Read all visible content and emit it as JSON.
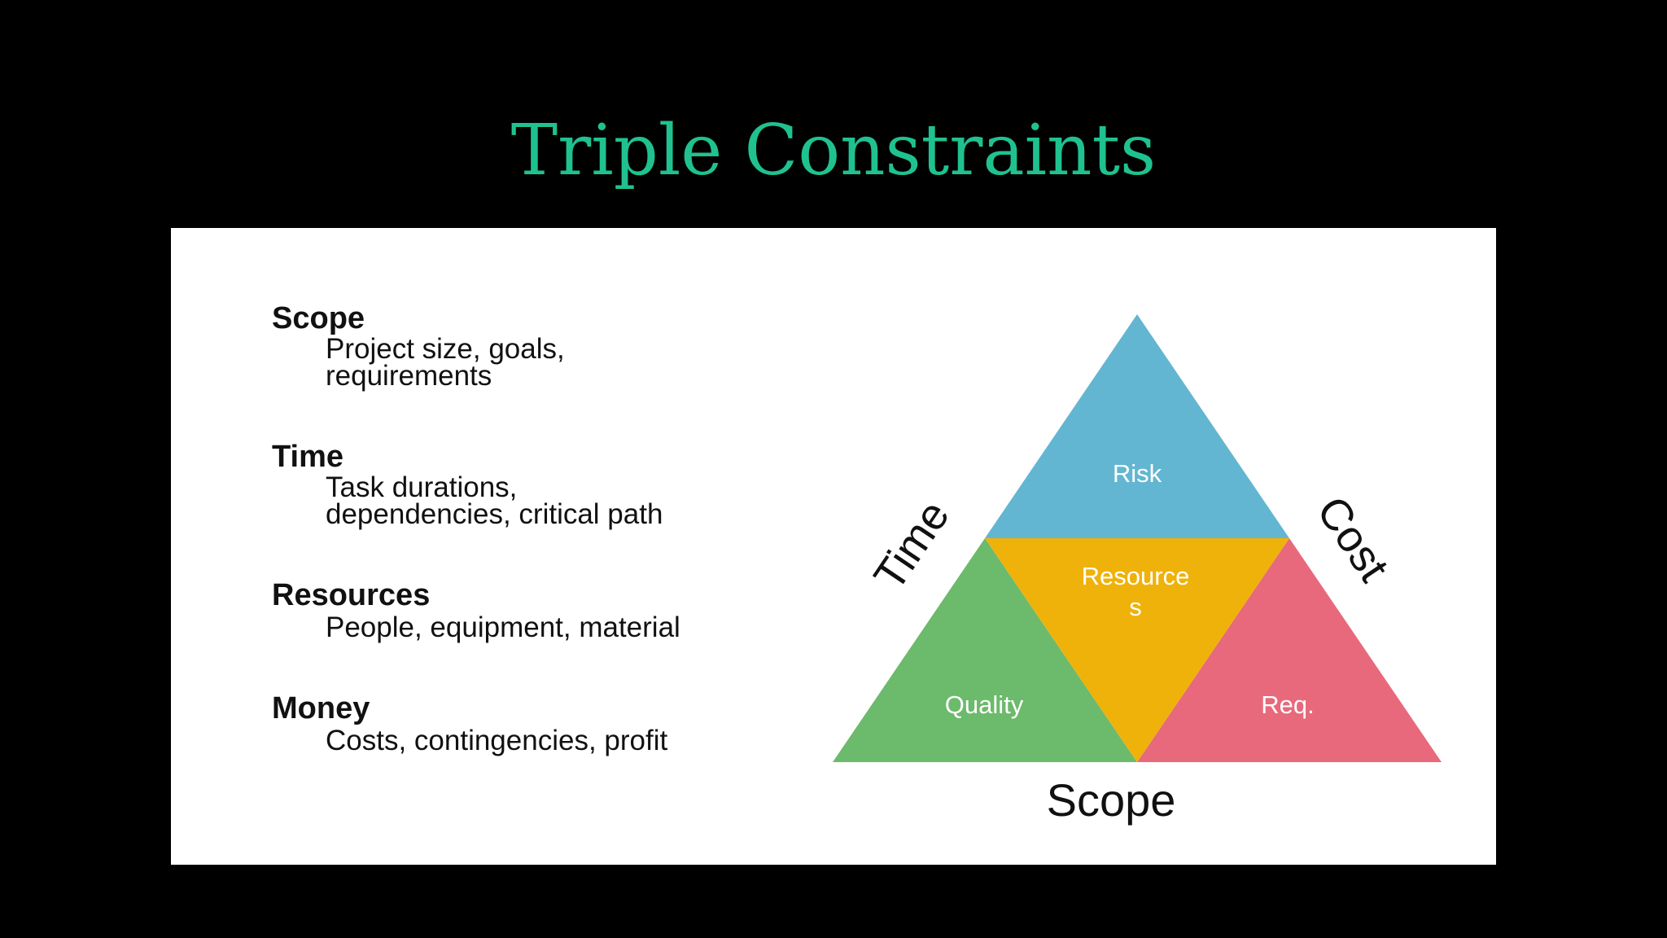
{
  "slide": {
    "title": "Triple Constraints"
  },
  "terms": [
    {
      "heading": "Scope",
      "description": "Project size, goals,\nrequirements"
    },
    {
      "heading": "Time",
      "description": "Task durations,\ndependencies, critical path"
    },
    {
      "heading": "Resources",
      "description": "People, equipment, material"
    },
    {
      "heading": "Money",
      "description": "Costs, contingencies, profit"
    }
  ],
  "diagram": {
    "segments": {
      "top": {
        "label": "Risk",
        "color": "#63b6d1"
      },
      "center_line1": "Resource",
      "center_line2": "s",
      "center_color": "#efb20b",
      "left": {
        "label": "Quality",
        "color": "#6cba6b"
      },
      "right": {
        "label": "Req.",
        "color": "#e8697b"
      }
    },
    "sides": {
      "left": "Time",
      "right": "Cost",
      "bottom": "Scope"
    }
  },
  "colors": {
    "background": "#000000",
    "title": "#1fc28f",
    "panel": "#ffffff",
    "segment_text": "#ffffff",
    "body_text": "#111111"
  }
}
